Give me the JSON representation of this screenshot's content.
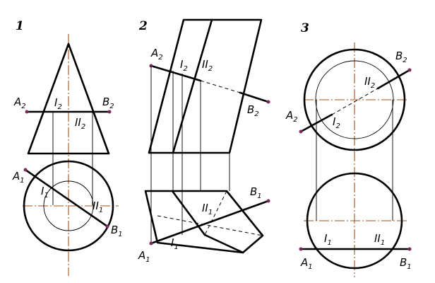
{
  "figures": [
    {
      "number": "1",
      "labels": {
        "A2": {
          "main": "A",
          "sub": "2"
        },
        "B2": {
          "main": "B",
          "sub": "2"
        },
        "I2": {
          "main": "I",
          "sub": "2"
        },
        "II2": {
          "main": "II",
          "sub": "2"
        },
        "A1": {
          "main": "A",
          "sub": "1"
        },
        "B1": {
          "main": "B",
          "sub": "1"
        },
        "I1": {
          "main": "I",
          "sub": "1"
        },
        "II1": {
          "main": "II",
          "sub": "1"
        }
      }
    },
    {
      "number": "2",
      "labels": {
        "A2": {
          "main": "A",
          "sub": "2"
        },
        "B2": {
          "main": "B",
          "sub": "2"
        },
        "I2": {
          "main": "I",
          "sub": "2"
        },
        "II2": {
          "main": "II",
          "sub": "2"
        },
        "A1": {
          "main": "A",
          "sub": "1"
        },
        "B1": {
          "main": "B",
          "sub": "1"
        },
        "I1": {
          "main": "I",
          "sub": "1"
        },
        "II1": {
          "main": "II",
          "sub": "1"
        }
      }
    },
    {
      "number": "3",
      "labels": {
        "A2": {
          "main": "A",
          "sub": "2"
        },
        "B2": {
          "main": "B",
          "sub": "2"
        },
        "I2": {
          "main": "I",
          "sub": "2"
        },
        "II2": {
          "main": "II",
          "sub": "2"
        },
        "A1": {
          "main": "A",
          "sub": "1"
        },
        "B1": {
          "main": "B",
          "sub": "1"
        },
        "I1": {
          "main": "I",
          "sub": "1"
        },
        "II1": {
          "main": "II",
          "sub": "1"
        }
      }
    }
  ],
  "colors": {
    "line": "#000000",
    "axis": "#a0521e",
    "point": "#7a2a5a",
    "background": "#ffffff"
  }
}
